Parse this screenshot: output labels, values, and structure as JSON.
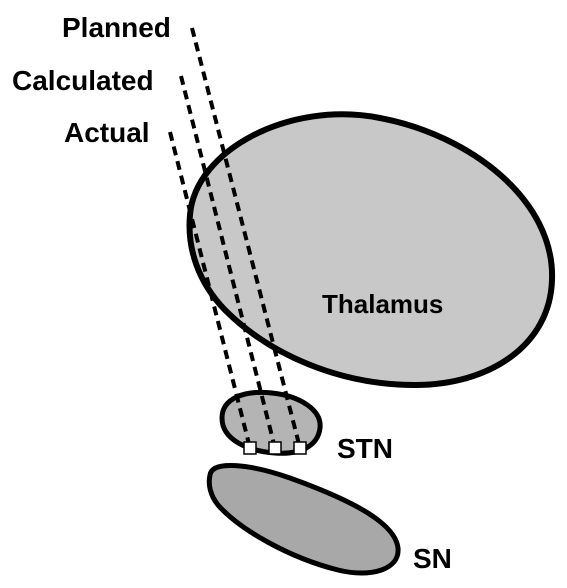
{
  "labels": {
    "planned": "Planned",
    "calculated": "Calculated",
    "actual": "Actual",
    "thalamus": "Thalamus",
    "stn": "STN",
    "sn": "SN"
  },
  "colors": {
    "outline": "#000000",
    "thalamus_fill": "#c8c8c8",
    "stn_fill": "#b4b4b4",
    "sn_fill": "#a8a8a8",
    "target_marker": "#ffffff",
    "background": "#ffffff"
  },
  "structures": [
    "thalamus",
    "stn",
    "sn"
  ],
  "trajectories": [
    "planned",
    "calculated",
    "actual"
  ],
  "trajectory_style": "dashed"
}
